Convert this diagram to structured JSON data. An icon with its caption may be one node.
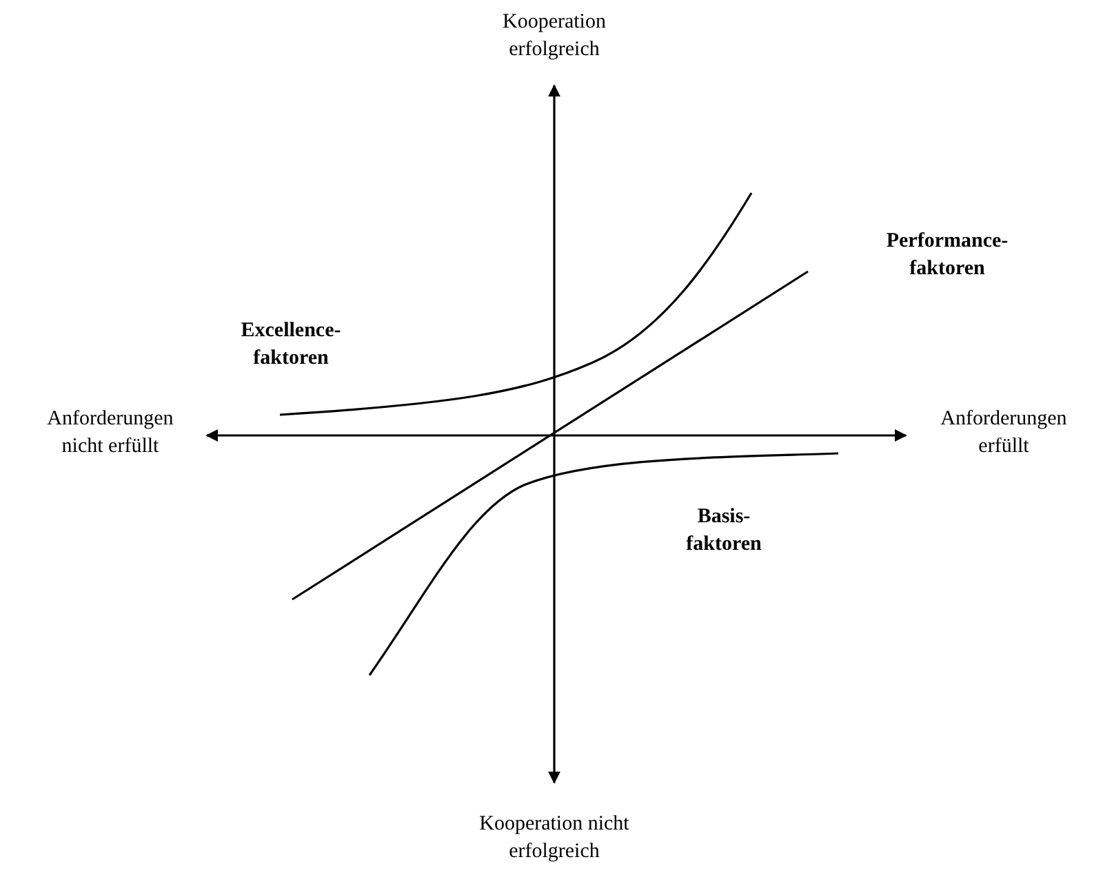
{
  "diagram": {
    "labels": [
      "Kooperation erfolgreich",
      "Performance- faktoren",
      "Excellence- faktoren",
      "Anforderungen nicht erfüllt",
      "Anforderungen erfüllt",
      "Basis- faktoren",
      "Kooperation nicht erfolgreich"
    ]
  }
}
